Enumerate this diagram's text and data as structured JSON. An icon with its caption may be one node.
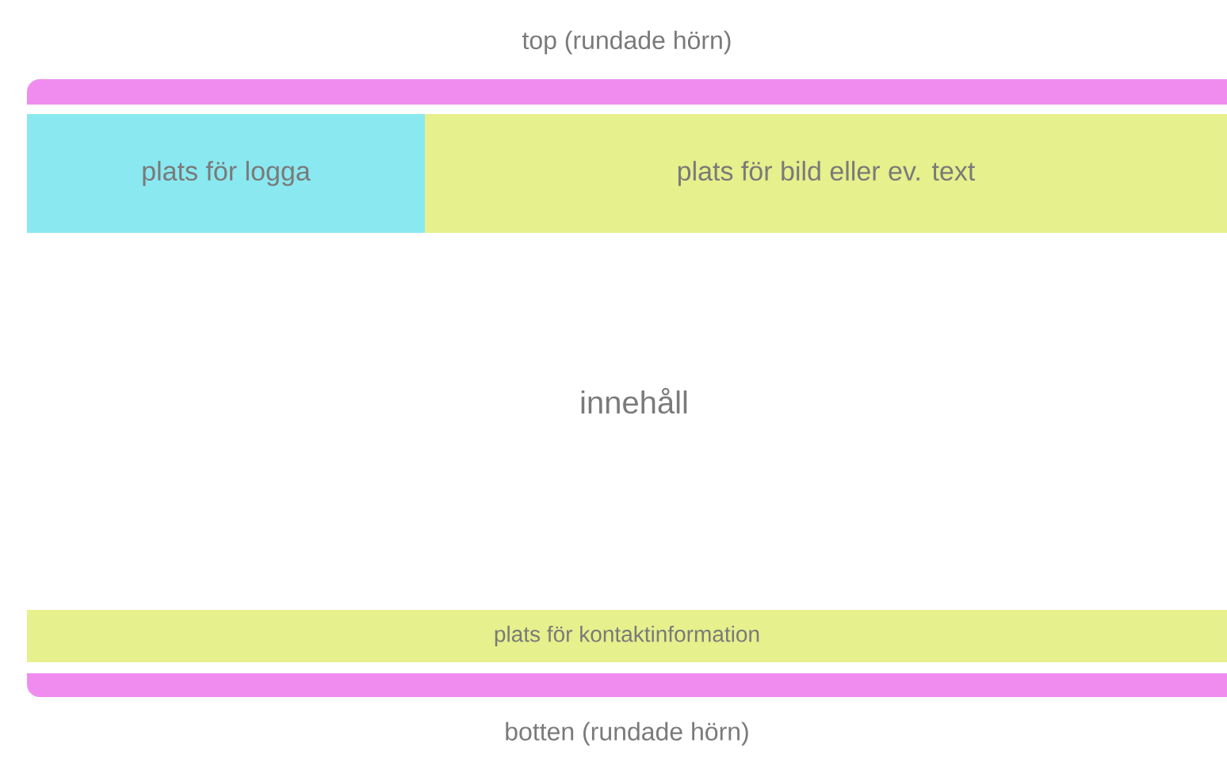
{
  "diagram": {
    "nodes": [
      {
        "text": [
          "top (rundade hörn)"
        ]
      },
      {
        "text": [
          "plats för logga"
        ]
      },
      {
        "text": [
          "plats för bild eller ev. text"
        ]
      },
      {
        "text": [
          "plats för kontaktinformation"
        ]
      },
      {
        "text": [
          "botten (rundade hörn)"
        ]
      }
    ],
    "labels": [
      "innehåll"
    ]
  }
}
